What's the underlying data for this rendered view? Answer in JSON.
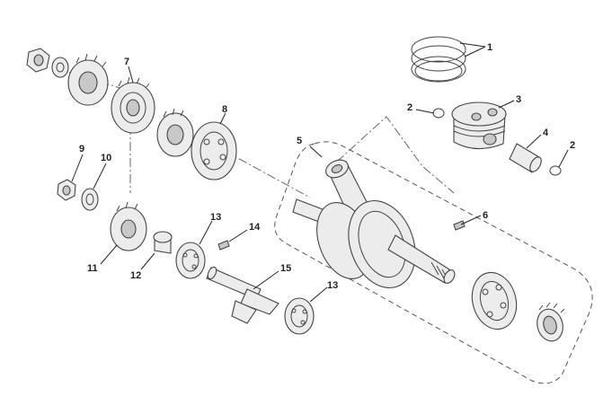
{
  "callouts": {
    "c1": "1",
    "c2a": "2",
    "c2b": "2",
    "c3": "3",
    "c4": "4",
    "c5": "5",
    "c6": "6",
    "c7": "7",
    "c8": "8",
    "c9": "9",
    "c10": "10",
    "c11": "11",
    "c12": "12",
    "c13a": "13",
    "c13b": "13",
    "c14": "14",
    "c15": "15"
  },
  "colors": {
    "line": "#444444",
    "fill": "#ececec",
    "shade": "#c8c8c8"
  }
}
